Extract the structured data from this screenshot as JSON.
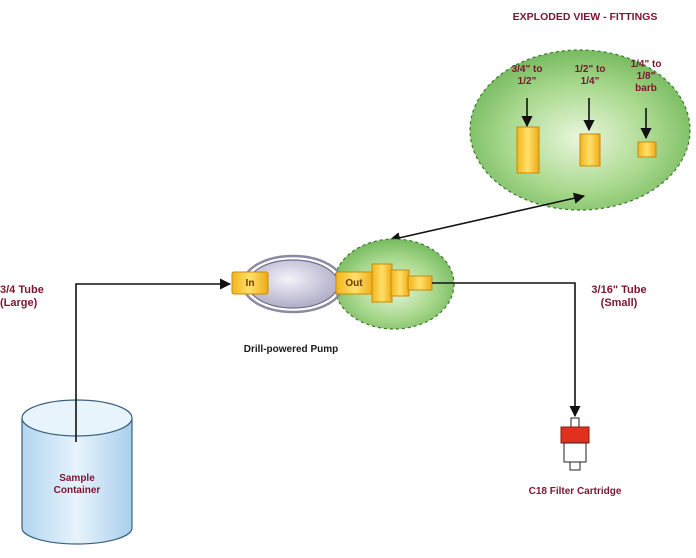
{
  "title": "EXPLODED VIEW - FITTINGS",
  "fittings": [
    {
      "label": "3/4\" to\n1/2\""
    },
    {
      "label": "1/2\" to\n1/4\""
    },
    {
      "label": "1/4\" to\n1/8\"\nbarb"
    }
  ],
  "pump": {
    "in_label": "In",
    "out_label": "Out",
    "caption": "Drill-powered Pump"
  },
  "tubes": {
    "inlet": "3/4 Tube\n(Large)",
    "outlet": "3/16\" Tube\n(Small)"
  },
  "container": {
    "label": "Sample\nContainer"
  },
  "filter": {
    "caption": "C18 Filter Cartridge"
  },
  "colors": {
    "label_text": "#7a1630",
    "green_zone": "#7fc56a",
    "fitting": "#f6c830",
    "container_fill": "#cfe6f7",
    "filter_red": "#e0301e"
  }
}
